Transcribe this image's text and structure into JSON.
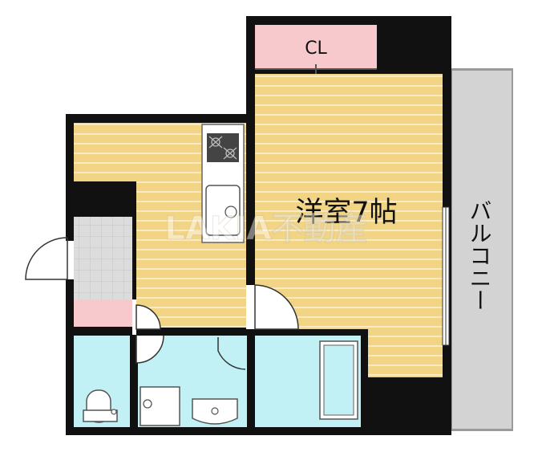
{
  "floorplan": {
    "closet_label": "CL",
    "room_label": "洋室7帖",
    "balcony_label": "バルコニー",
    "watermark": "LAKIA不動産"
  },
  "colors": {
    "wall": "#111111",
    "floor_wood": "#f2d485",
    "floor_wood_line": "#f9eac4",
    "closet": "#f7c8cc",
    "wet_area": "#c2f1f5",
    "entrance_tile": "#dcdcdc",
    "balcony": "#d3d3d3"
  }
}
